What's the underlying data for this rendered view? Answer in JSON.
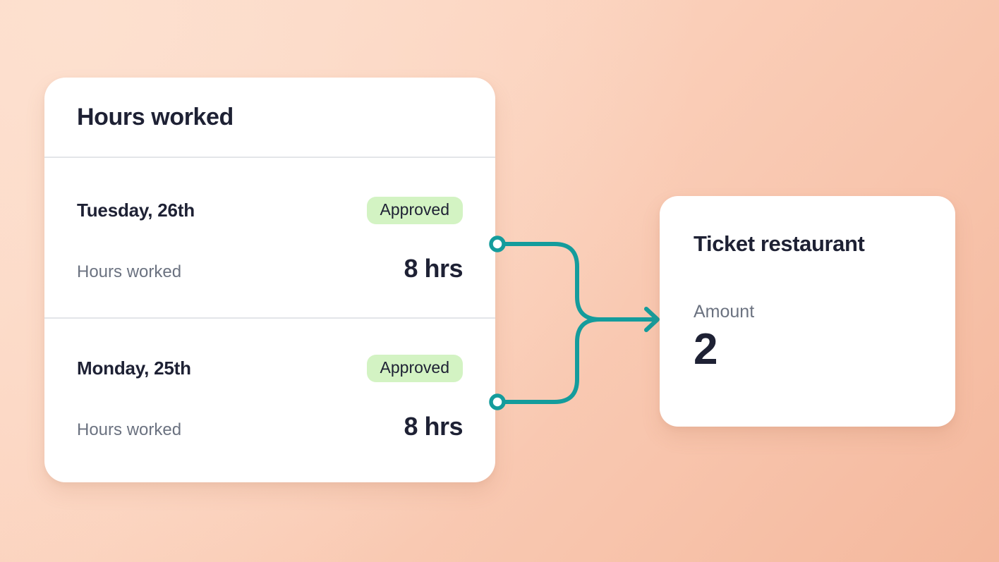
{
  "theme": {
    "background_gradient_from": "#fcdbc9",
    "background_gradient_to": "#f4b89d",
    "card_background": "#ffffff",
    "text_primary": "#1e2134",
    "text_secondary": "#6b7280",
    "divider": "#e3e5e9",
    "badge_background": "#d3f3c3",
    "connector_color": "#149c9c"
  },
  "hours_card": {
    "title": "Hours worked",
    "days": [
      {
        "date_label": "Tuesday, 26th",
        "status": "Approved",
        "metric_label": "Hours worked",
        "metric_value": "8 hrs"
      },
      {
        "date_label": "Monday, 25th",
        "status": "Approved",
        "metric_label": "Hours worked",
        "metric_value": "8 hrs"
      }
    ]
  },
  "ticket_card": {
    "title": "Ticket restaurant",
    "amount_label": "Amount",
    "amount_value": "2"
  },
  "connector": {
    "icon_start_top": "connector-node-circle",
    "icon_start_bottom": "connector-node-circle",
    "icon_end": "arrow-right-icon"
  }
}
